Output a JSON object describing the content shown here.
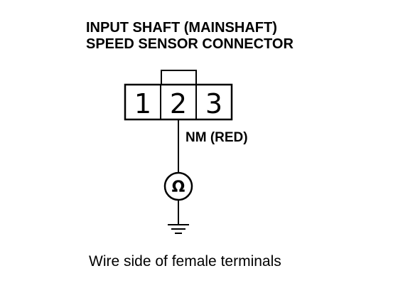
{
  "diagram": {
    "title_line1": "INPUT SHAFT (MAINSHAFT)",
    "title_line2": "SPEED SENSOR CONNECTOR",
    "terminals": [
      {
        "number": "1"
      },
      {
        "number": "2"
      },
      {
        "number": "3"
      }
    ],
    "wire_label": "NM (RED)",
    "meter_symbol": "Ω",
    "caption": "Wire side of female terminals",
    "colors": {
      "line": "#000000",
      "background": "#ffffff"
    }
  }
}
